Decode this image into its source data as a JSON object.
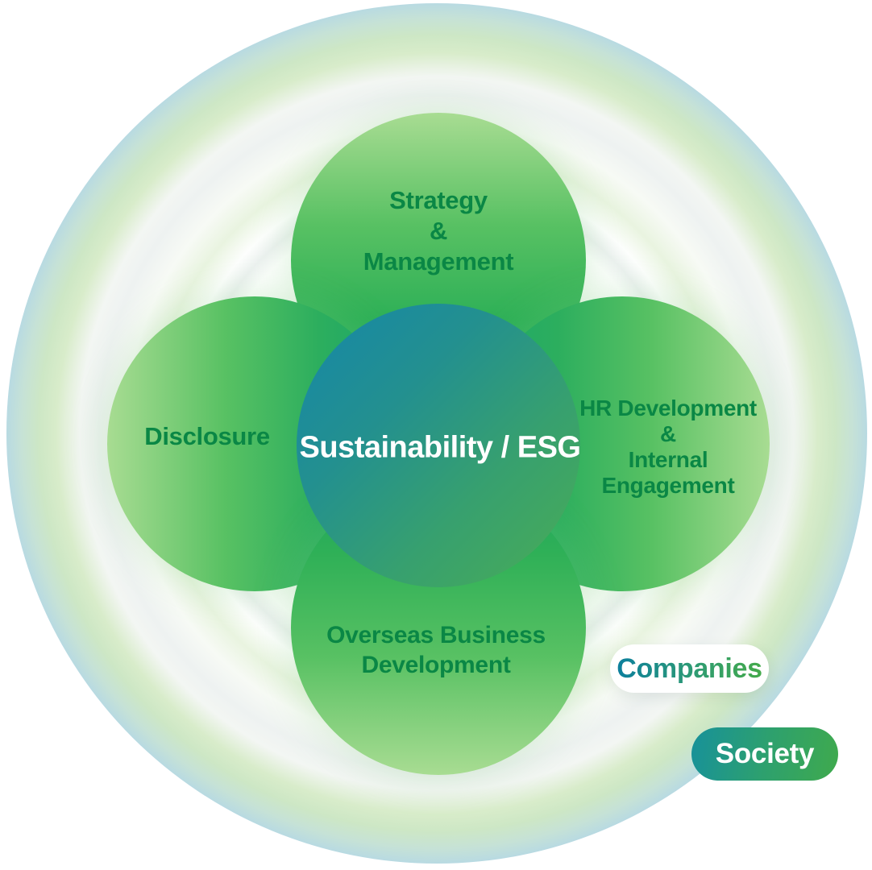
{
  "diagram": {
    "center": {
      "label": "Sustainability / ESG"
    },
    "petals": {
      "top": {
        "lines": [
          "Strategy",
          "&",
          "Management"
        ]
      },
      "left": {
        "lines": [
          "Disclosure"
        ]
      },
      "right": {
        "lines": [
          "HR Development",
          "&",
          "Internal",
          "Engagement"
        ]
      },
      "bottom": {
        "lines": [
          "Overseas Business",
          "Development"
        ]
      }
    },
    "badges": {
      "companies": {
        "label": "Companies"
      },
      "society": {
        "label": "Society"
      }
    },
    "colors": {
      "petal_label_text": "#0a8745",
      "center_label_text": "#ffffff",
      "center_gradient_start": "#1587a9",
      "center_gradient_end": "#4aad55",
      "petal_light_green": "#a8dc92",
      "petal_green": "#2eb057",
      "petal_emerald": "#1ca76a",
      "rim_light_green": "#cde7c5",
      "rim_light_cyan": "#b8dae2",
      "companies_text_gradient_start": "#0c7f9d",
      "companies_text_gradient_end": "#44aa4a",
      "society_bg_gradient_start": "#17919a",
      "society_bg_gradient_end": "#3faa4d"
    }
  }
}
